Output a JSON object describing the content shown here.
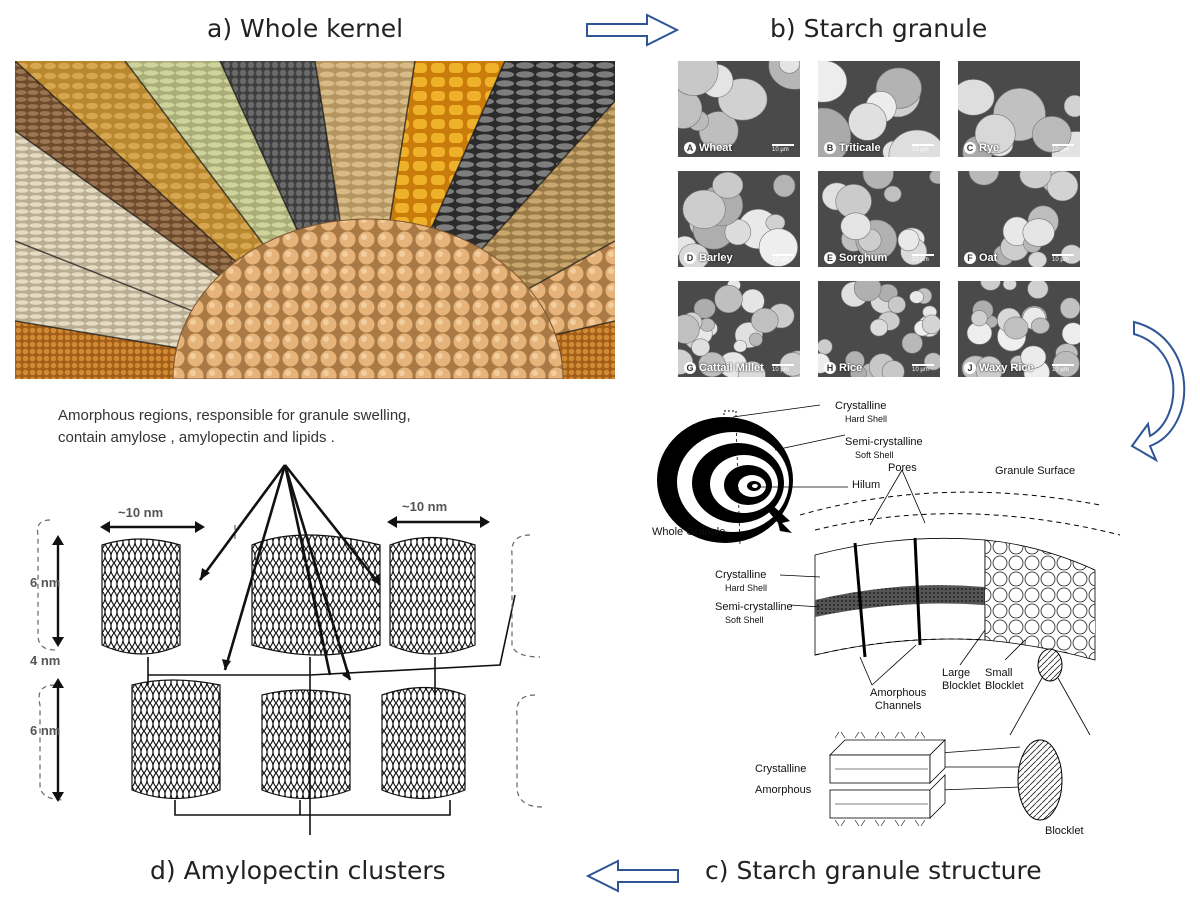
{
  "titles": {
    "a": "a) Whole kernel",
    "b": "b) Starch granule",
    "c": "c) Starch granule structure",
    "d": "d) Amylopectin clusters"
  },
  "micrographs": [
    {
      "letter": "A",
      "name": "Wheat",
      "scale": "10 µm"
    },
    {
      "letter": "B",
      "name": "Triticale",
      "scale": "10 µm"
    },
    {
      "letter": "C",
      "name": "Rye",
      "scale": "10 µm"
    },
    {
      "letter": "D",
      "name": "Barley",
      "scale": "10 µm"
    },
    {
      "letter": "E",
      "name": "Sorghum",
      "scale": "10 µm"
    },
    {
      "letter": "F",
      "name": "Oat",
      "scale": "10 µm"
    },
    {
      "letter": "G",
      "name": "Cattail Millet",
      "scale": "10 µm"
    },
    {
      "letter": "H",
      "name": "Rice",
      "scale": "10 µm"
    },
    {
      "letter": "J",
      "name": "Waxy Rice",
      "scale": "10 µm"
    }
  ],
  "structure": {
    "crystalline_top": "Crystalline",
    "hard_shell_top": "Hard   Shell",
    "semicrystalline_top": "Semi-crystalline",
    "soft_shell_top": "Soft   Shell",
    "hilum": "Hilum",
    "pores": "Pores",
    "granule_surface": "Granule   Surface",
    "whole_granule": "Whole   Granule",
    "crystalline_mid": "Crystalline",
    "hard_shell_mid": "Hard   Shell",
    "semicrystalline_mid": "Semi-crystalline",
    "soft_shell_mid": "Soft   Shell",
    "amorphous_channels_1": "Amorphous",
    "amorphous_channels_2": "Channels",
    "large_blocklet_1": "Large",
    "large_blocklet_2": "Blocklet",
    "small_blocklet_1": "Small",
    "small_blocklet_2": "Blocklet",
    "crystalline_bottom": "Crystalline",
    "amorphous_bottom": "Amorphous",
    "blocklet": "Blocklet"
  },
  "amylopectin": {
    "note_line1": "Amorphous regions, responsible for granule swelling,",
    "note_line2": "contain  amylose , amylopectin   and lipids .",
    "width_left": "~10 nm",
    "width_right": "~10 nm",
    "height_top": "6 nm",
    "gap": "4 nm",
    "height_bottom": "6 nm"
  },
  "arrows": {
    "arrow_color": "#2f5597"
  }
}
